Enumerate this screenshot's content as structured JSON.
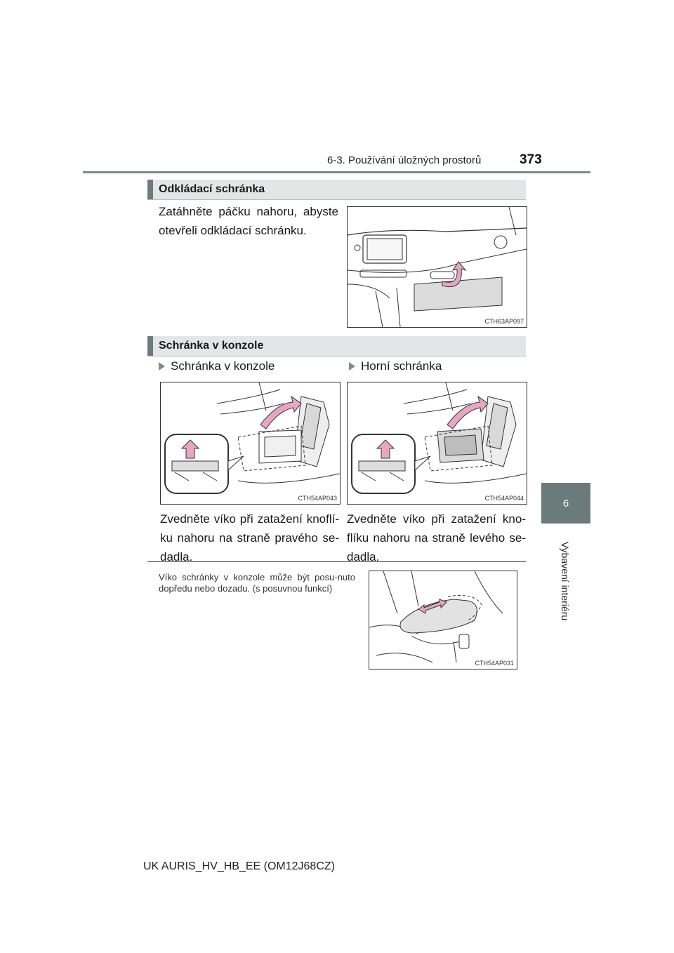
{
  "header": {
    "section": "6-3. Používání úložných prostorů",
    "page_number": "373"
  },
  "side_tab": {
    "chapter_number": "6",
    "chapter_title": "Vybavení interiéru"
  },
  "glovebox": {
    "title": "Odkládací schránka",
    "text": "Zatáhněte páčku nahoru, abyste otevřeli odkládací schránku.",
    "image_code": "CTH63AP097"
  },
  "console": {
    "title": "Schránka v konzole",
    "left": {
      "subhead": "Schránka v konzole",
      "image_code": "CTH54AP043",
      "text": "Zvedněte víko při zatažení knoflí-ku nahoru na straně pravého se-dadla."
    },
    "right": {
      "subhead": "Horní schránka",
      "image_code": "CTH54AP044",
      "text": "Zvedněte víko při zatažení kno-flíku nahoru na straně levého se-dadla."
    },
    "note_text": "Víko schránky v konzole může být posu-nuto dopředu nebo dozadu. (s posuvnou funkcí)",
    "note_image_code": "CTH54AP031"
  },
  "footer": {
    "model": "UK AURIS_HV_HB_EE (OM12J68CZ)"
  },
  "colors": {
    "accent_gray": "#6b7b7b",
    "header_band": "#e3e6e6",
    "arrow_pink": "#e8a6c0"
  }
}
